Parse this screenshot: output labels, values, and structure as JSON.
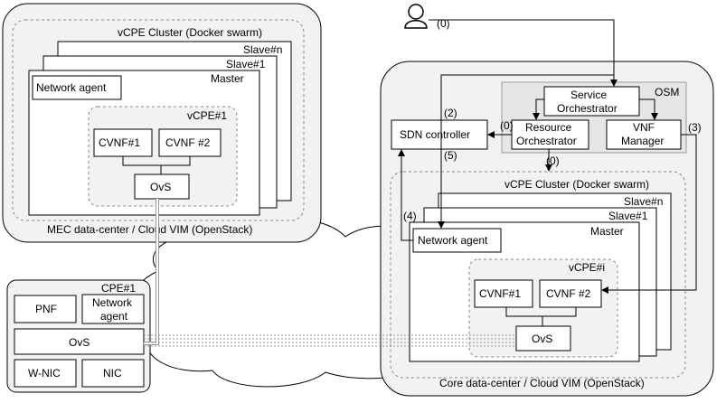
{
  "mec": {
    "cluster_label": "vCPE Cluster (Docker swarm)",
    "slave_n": "Slave#n",
    "slave_1": "Slave#1",
    "master": "Master",
    "network_agent": "Network agent",
    "vcpe_label": "vCPE#1",
    "cvnf1": "CVNF#1",
    "cvnf2": "CVNF #2",
    "ovs": "OvS",
    "datacenter_label": "MEC data-center / Cloud VIM (OpenStack)"
  },
  "cpe": {
    "label": "CPE#1",
    "pnf": "PNF",
    "network_agent_line1": "Network",
    "network_agent_line2": "agent",
    "ovs": "OvS",
    "wnic": "W-NIC",
    "nic": "NIC"
  },
  "core": {
    "osm_label": "OSM",
    "service_orch_line1": "Service",
    "service_orch_line2": "Orchestrator",
    "resource_orch_line1": "Resource",
    "resource_orch_line2": "Orchestrator",
    "vnf_mgr_line1": "VNF",
    "vnf_mgr_line2": "Manager",
    "sdn_controller": "SDN controller",
    "cluster_label": "vCPE Cluster (Docker swarm)",
    "slave_n": "Slave#n",
    "slave_1": "Slave#1",
    "master": "Master",
    "network_agent": "Network agent",
    "vcpe_label": "vCPE#i",
    "cvnf1": "CVNF#1",
    "cvnf2": "CVNF #2",
    "ovs": "OvS",
    "datacenter_label": "Core data-center / Cloud VIM (OpenStack)"
  },
  "steps": {
    "s0_user": "(0)",
    "s0_resource": "(0)",
    "s0_cluster": "(0)",
    "s2": "(2)",
    "s3": "(3)",
    "s4": "(4)",
    "s5": "(5)"
  },
  "colors": {
    "region_fill": "#f2f2f2",
    "box_fill": "#ffffff",
    "stroke": "#000000",
    "dashed_stroke": "#888888"
  }
}
